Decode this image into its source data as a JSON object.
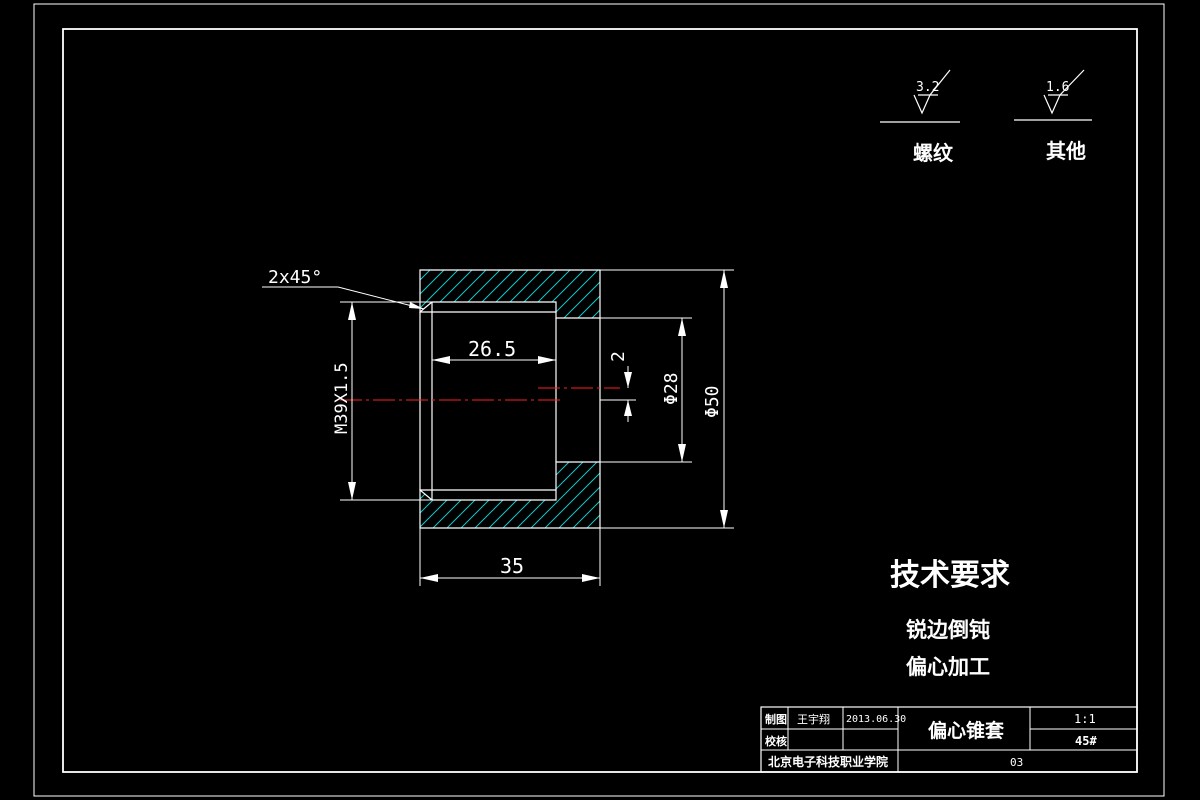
{
  "roughness": [
    {
      "value": "3.2",
      "label": "螺纹"
    },
    {
      "value": "1.6",
      "label": "其他"
    }
  ],
  "dimensions": {
    "chamfer": "2x45°",
    "thread": "M39X1.5",
    "bore_depth": "26.5",
    "offset": "2",
    "inner_dia": "Φ28",
    "outer_dia": "Φ50",
    "length": "35"
  },
  "tech_requirements": {
    "title": "技术要求",
    "items": [
      "锐边倒钝",
      "偏心加工"
    ]
  },
  "title_block": {
    "drawn_label": "制图",
    "drawn_by": "王宇翔",
    "date": "2013.06.30",
    "checked_label": "校核",
    "part_name": "偏心锥套",
    "scale": "1:1",
    "material": "45#",
    "school": "北京电子科技职业学院",
    "drawing_no": "03"
  },
  "colors": {
    "background": "#000000",
    "lines": "#ffffff",
    "hatch": "#18c8c8",
    "centerline": "#ff2020"
  }
}
